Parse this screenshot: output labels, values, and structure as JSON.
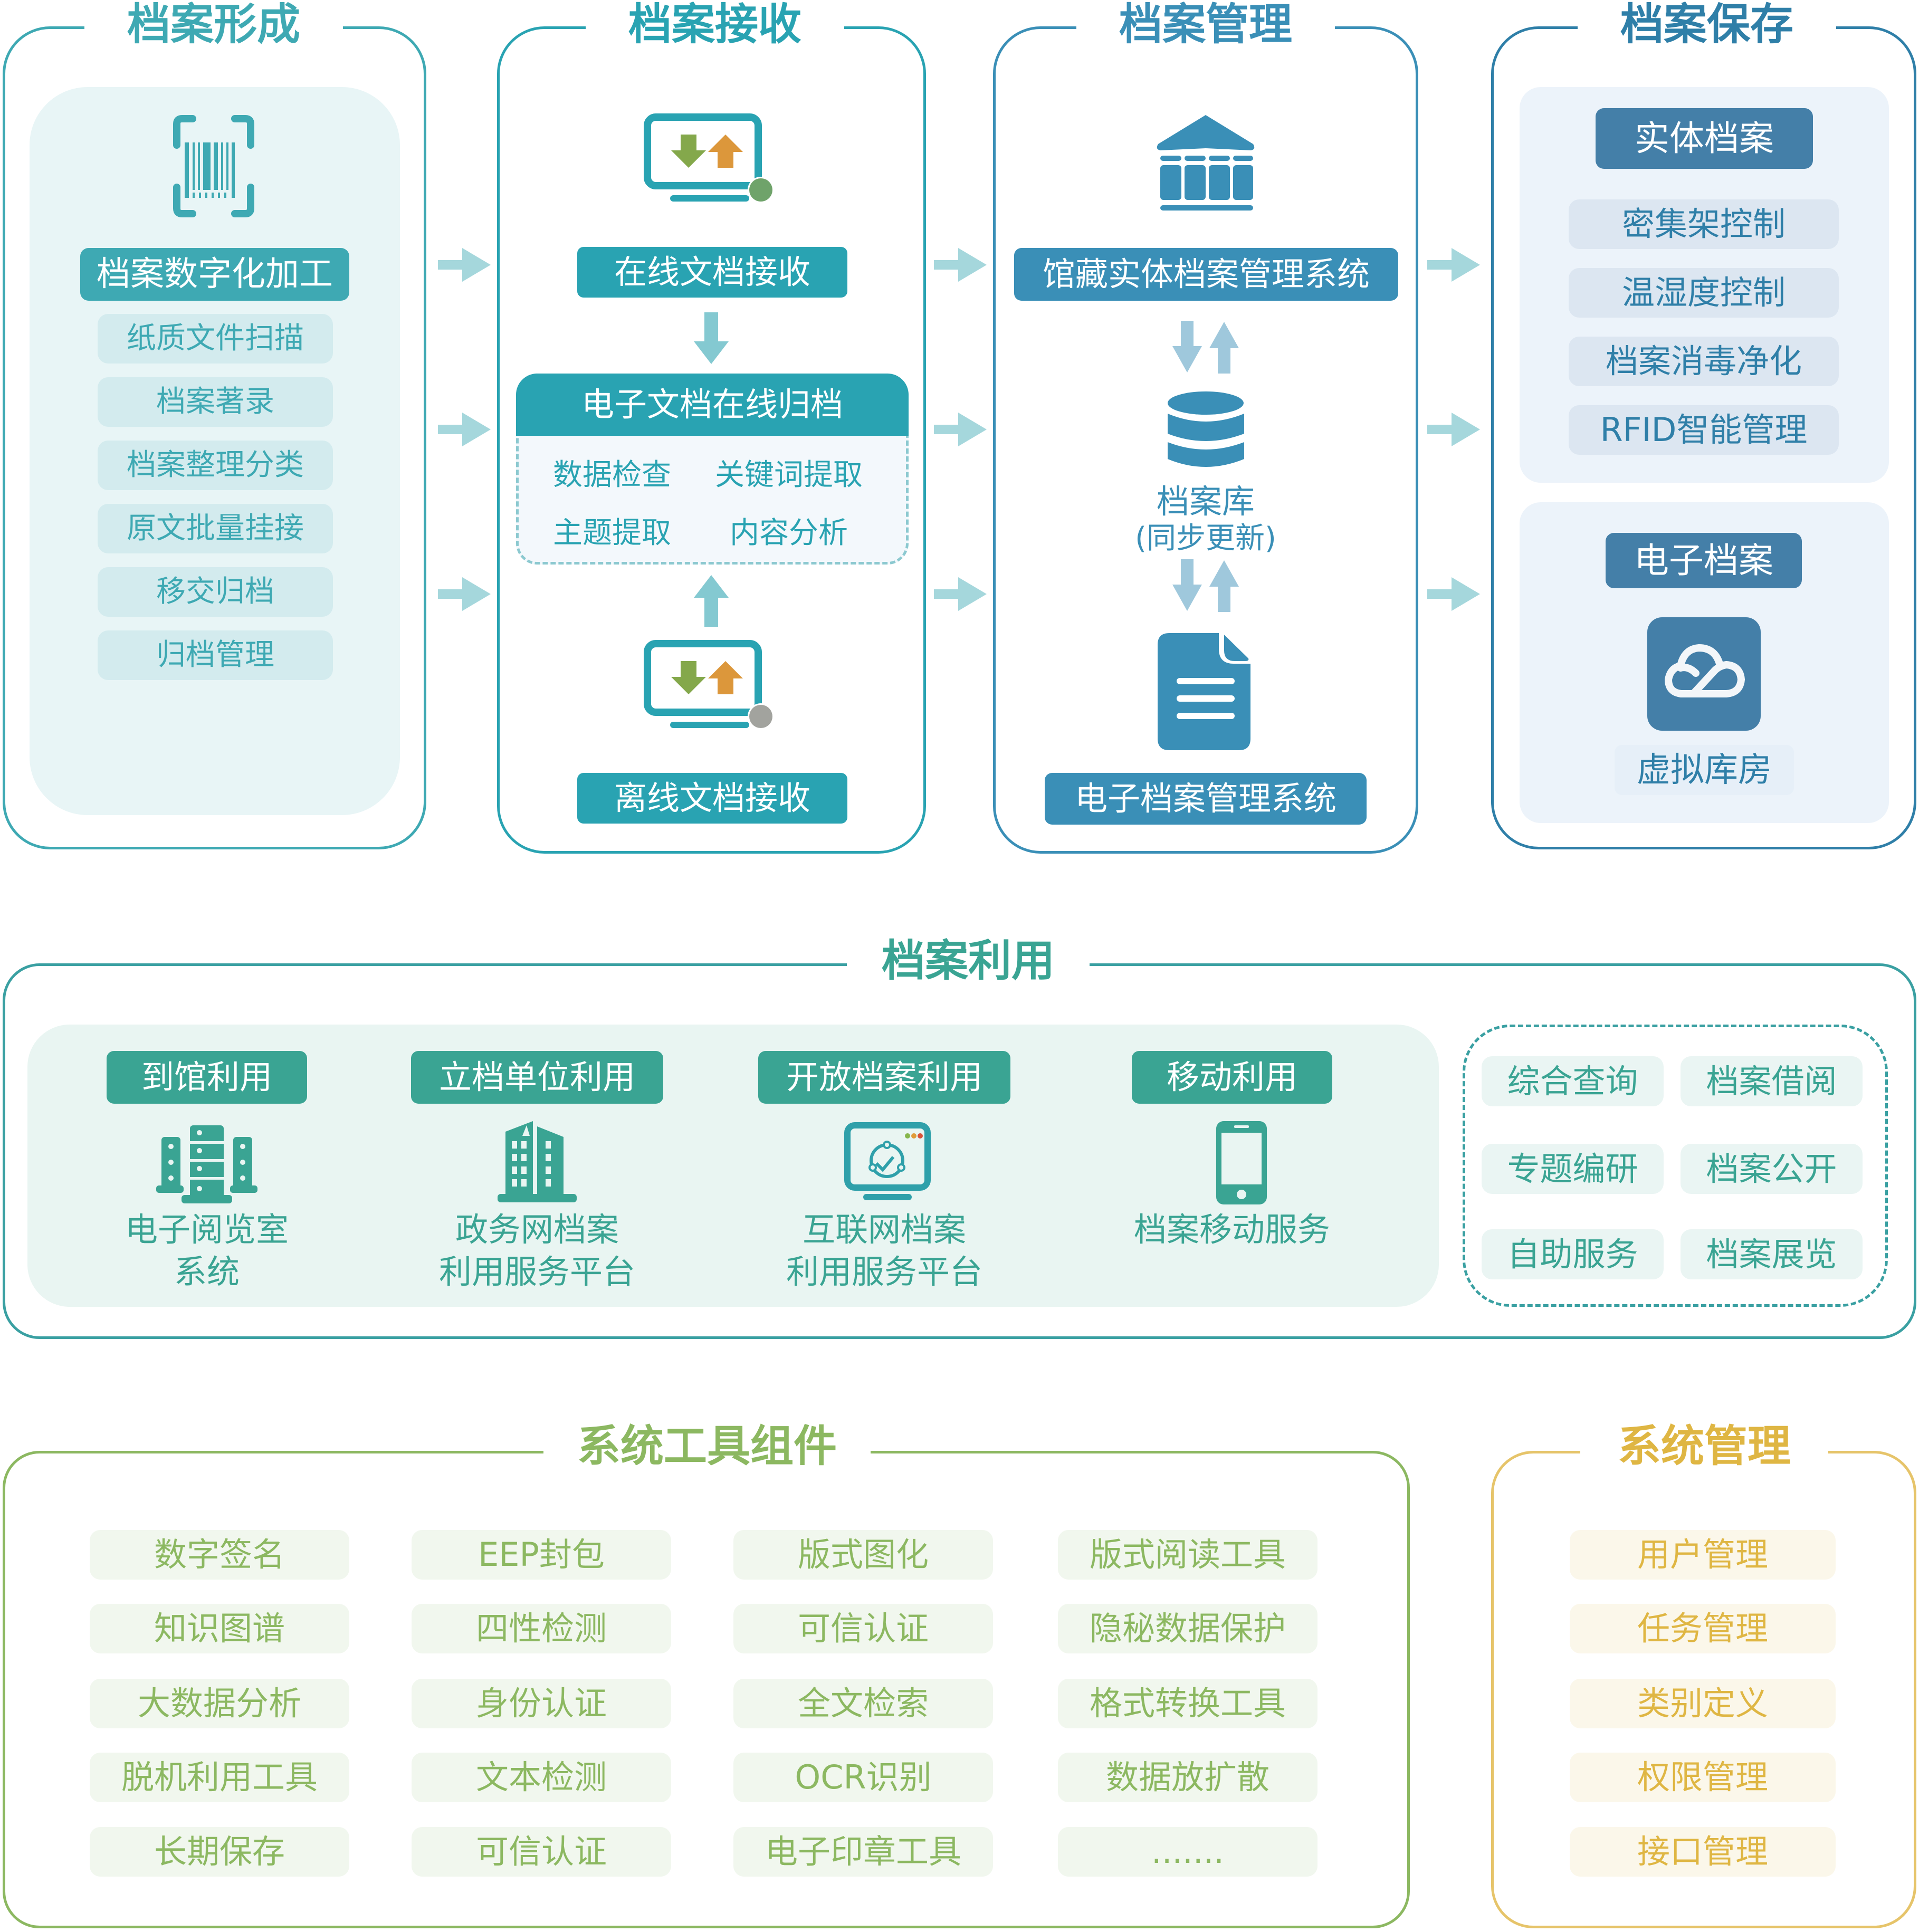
{
  "colors": {
    "formation": "#3ea9b3",
    "receiving": "#29a3b2",
    "management": "#3a8fb7",
    "preservation": "#447fa8",
    "utilization": "#3aa493",
    "tools": "#8cb861",
    "system": "#dfb643",
    "flow_arrow": "#a5d7dc"
  },
  "formation": {
    "title": "档案形成",
    "icon": "barcode-scan-icon",
    "header": "档案数字化加工",
    "items": [
      "纸质文件扫描",
      "档案著录",
      "档案整理分类",
      "原文批量挂接",
      "移交归档",
      "归档管理"
    ]
  },
  "receiving": {
    "title": "档案接收",
    "online": {
      "icon": "monitor-transfer-online-icon",
      "label": "在线文档接收"
    },
    "archive_box": {
      "header": "电子文档在线归档",
      "items": [
        "数据检查",
        "关键词提取",
        "主题提取",
        "内容分析"
      ]
    },
    "offline": {
      "icon": "monitor-transfer-offline-icon",
      "label": "离线文档接收"
    }
  },
  "management": {
    "title": "档案管理",
    "physical_system": {
      "icon": "museum-icon",
      "label": "馆藏实体档案管理系统"
    },
    "repository": {
      "icon": "database-icon",
      "label": "档案库",
      "sublabel": "(同步更新)"
    },
    "electronic_system": {
      "icon": "document-icon",
      "label": "电子档案管理系统"
    }
  },
  "preservation": {
    "title": "档案保存",
    "physical": {
      "header": "实体档案",
      "items": [
        "密集架控制",
        "温湿度控制",
        "档案消毒净化",
        "RFID智能管理"
      ]
    },
    "electronic": {
      "header": "电子档案",
      "icon": "cloud-icon",
      "label": "虚拟库房"
    }
  },
  "utilization": {
    "title": "档案利用",
    "channels": [
      {
        "tag": "到馆利用",
        "icon": "reading-room-icon",
        "label_lines": [
          "电子阅览室",
          "系统"
        ]
      },
      {
        "tag": "立档单位利用",
        "icon": "office-building-icon",
        "label_lines": [
          "政务网档案",
          "利用服务平台"
        ]
      },
      {
        "tag": "开放档案利用",
        "icon": "web-platform-icon",
        "label_lines": [
          "互联网档案",
          "利用服务平台"
        ]
      },
      {
        "tag": "移动利用",
        "icon": "mobile-phone-icon",
        "label_lines": [
          "档案移动服务"
        ]
      }
    ],
    "services": [
      "综合查询",
      "档案借阅",
      "专题编研",
      "档案公开",
      "自助服务",
      "档案展览"
    ]
  },
  "tools": {
    "title": "系统工具组件",
    "columns": [
      [
        "数字签名",
        "知识图谱",
        "大数据分析",
        "脱机利用工具",
        "长期保存"
      ],
      [
        "EEP封包",
        "四性检测",
        "身份认证",
        "文本检测",
        "可信认证"
      ],
      [
        "版式图化",
        "可信认证",
        "全文检索",
        "OCR识别",
        "电子印章工具"
      ],
      [
        "版式阅读工具",
        "隐秘数据保护",
        "格式转换工具",
        "数据放扩散",
        "......."
      ]
    ]
  },
  "system_management": {
    "title": "系统管理",
    "items": [
      "用户管理",
      "任务管理",
      "类别定义",
      "权限管理",
      "接口管理"
    ]
  }
}
